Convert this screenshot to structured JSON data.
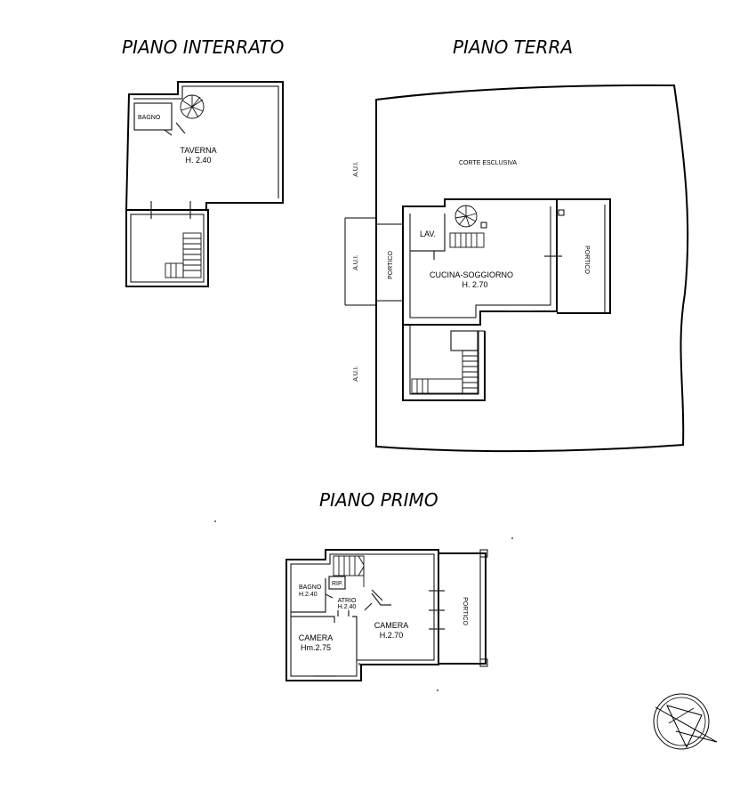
{
  "floors": {
    "basement": {
      "title": "PIANO INTERRATO",
      "rooms": {
        "bagno": "BAGNO",
        "taverna_name": "TAVERNA",
        "taverna_height": "H. 2.40"
      }
    },
    "ground": {
      "title": "PIANO TERRA",
      "labels": {
        "corte": "CORTE ESCLUSIVA",
        "aui_top": "A.U.I.",
        "aui_mid": "A.U.I.",
        "aui_bottom": "A.U.I.",
        "portico_left": "PORTICO",
        "portico_right": "PORTICO",
        "lav": "LAV.",
        "cucina_name": "CUCINA-SOGGIORNO",
        "cucina_height": "H. 2.70"
      }
    },
    "first": {
      "title": "PIANO PRIMO",
      "labels": {
        "bagno_name": "BAGNO",
        "bagno_height": "H.2.40",
        "rip": "RIP.",
        "atrio_name": "ATRIO",
        "atrio_height": "H.2.40",
        "camera_left_name": "CAMERA",
        "camera_left_height": "Hm.2.75",
        "camera_right_name": "CAMERA",
        "camera_right_height": "H.2.70",
        "portico": "PORTICO"
      }
    }
  },
  "icons": {
    "north_arrow": "compass-rose-icon"
  }
}
